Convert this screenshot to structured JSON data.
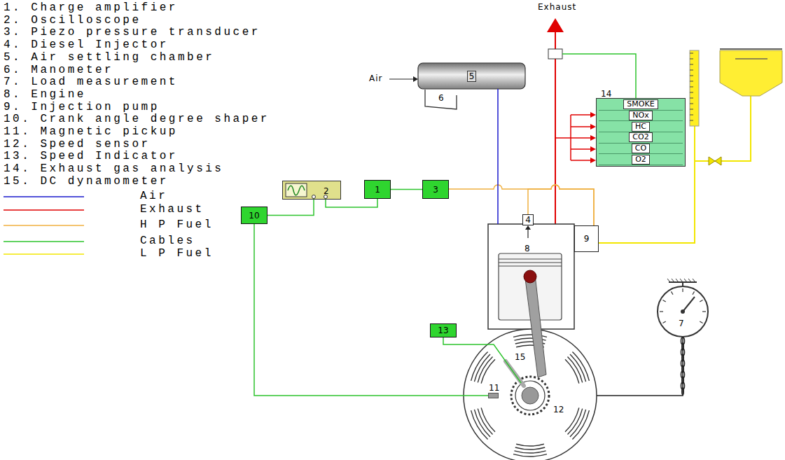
{
  "diagram": {
    "nodes": [
      {
        "text": [
          "5"
        ]
      },
      {
        "text": [
          "6"
        ]
      },
      {
        "text": [
          "14"
        ]
      },
      {
        "text": [
          "SMOKE"
        ],
        "in": 2
      },
      {
        "text": [
          "NOx"
        ],
        "in": 2
      },
      {
        "text": [
          "HC"
        ],
        "in": 2
      },
      {
        "text": [
          "CO2"
        ],
        "in": 2
      },
      {
        "text": [
          "CO"
        ],
        "in": 2
      },
      {
        "text": [
          "O2"
        ],
        "in": 2
      },
      {
        "text": [
          "2"
        ]
      },
      {
        "text": [
          "1"
        ]
      },
      {
        "text": [
          "3"
        ]
      },
      {
        "text": [
          "10"
        ]
      },
      {
        "text": [
          "4"
        ]
      },
      {
        "text": [
          "8"
        ]
      },
      {
        "text": [
          "9"
        ]
      },
      {
        "text": [
          "13"
        ]
      },
      {
        "text": [
          "7"
        ]
      },
      {
        "text": [
          "15"
        ]
      },
      {
        "text": [
          "11"
        ],
        "in": 18
      },
      {
        "text": [
          "12"
        ],
        "in": 18
      }
    ],
    "edges": [
      {
        "from": 12,
        "to": 9,
        "arrow": "none"
      },
      {
        "from": 9,
        "to": 10,
        "arrow": "none"
      },
      {
        "from": 10,
        "to": 11,
        "arrow": "none"
      },
      {
        "from": 11,
        "to": 15,
        "arrow": "none"
      },
      {
        "from": 13,
        "to": 15,
        "arrow": "none"
      },
      {
        "from": 0,
        "to": 14,
        "arrow": "none"
      },
      {
        "from": 12,
        "to": 19,
        "arrow": "none"
      },
      {
        "from": 16,
        "to": 20,
        "arrow": "none"
      },
      {
        "from": 18,
        "to": 17,
        "arrow": "none"
      }
    ],
    "labels": [
      "1. Charge amplifier",
      "2. Oscilloscope",
      "3. Piezo pressure transducer",
      "4. Diesel Injector",
      "5. Air settling chamber",
      "6. Manometer",
      "7. Load measurement",
      "8. Engine",
      "9. Injection pump",
      "10. Crank angle degree shaper",
      "11. Magnetic pickup",
      "12. Speed sensor",
      "13. Speed Indicator",
      "14. Exhaust gas analysis",
      "15. DC dynamometer",
      "Air",
      "Exhaust"
    ],
    "legend": [
      {
        "text": "Air"
      },
      {
        "text": "Exhaust"
      },
      {
        "text": "H P Fuel"
      },
      {
        "text": "Cables"
      },
      {
        "text": "L P Fuel"
      }
    ]
  }
}
